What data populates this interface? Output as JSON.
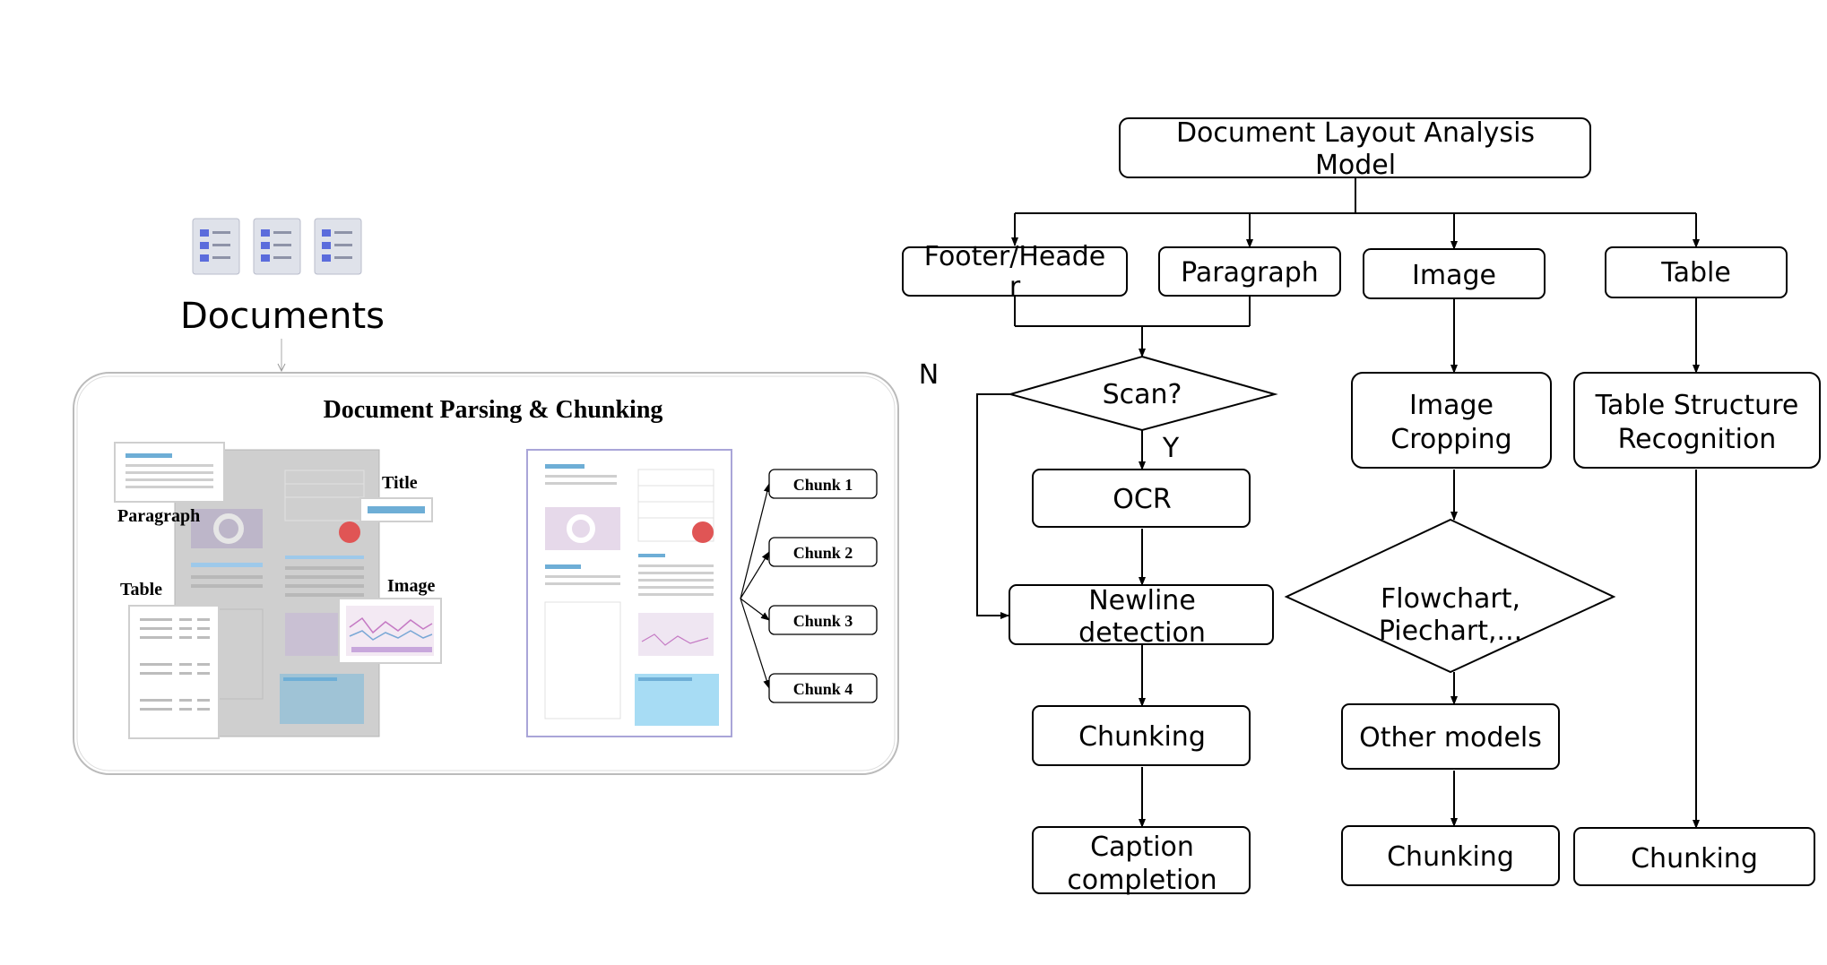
{
  "left_panel": {
    "documents_label": "Documents",
    "panel_title": "Document Parsing & Chunking",
    "region_labels": {
      "paragraph": "Paragraph",
      "title": "Title",
      "table": "Table",
      "image": "Image"
    },
    "chunks": [
      "Chunk 1",
      "Chunk 2",
      "Chunk 3",
      "Chunk 4"
    ]
  },
  "flowchart": {
    "root": [
      "Document Layout Analysis",
      "Model"
    ],
    "footer_header": [
      "Footer/Heade",
      "r"
    ],
    "paragraph": "Paragraph",
    "image": "Image",
    "table": "Table",
    "scan": "Scan?",
    "no_label": "N",
    "yes_label": "Y",
    "ocr": "OCR",
    "newline": [
      "Newline",
      "detection"
    ],
    "chunking_text": "Chunking",
    "caption": [
      "Caption",
      "completion"
    ],
    "image_cropping": [
      "Image",
      "Cropping"
    ],
    "flowchart_decision": [
      "Flowchart,",
      "Piechart,..."
    ],
    "other_models": "Other models",
    "chunking_image": "Chunking",
    "table_structure": [
      "Table Structure",
      "Recognition"
    ],
    "chunking_table": "Chunking"
  },
  "colors": {
    "stroke": "#000000",
    "doc_icon": "#5b6cdc",
    "panel_border": "#bbbbbb",
    "page_gray": "#cfcfcf",
    "image_accent": "#c8a7dc",
    "table_accent": "#8fd3f0"
  }
}
